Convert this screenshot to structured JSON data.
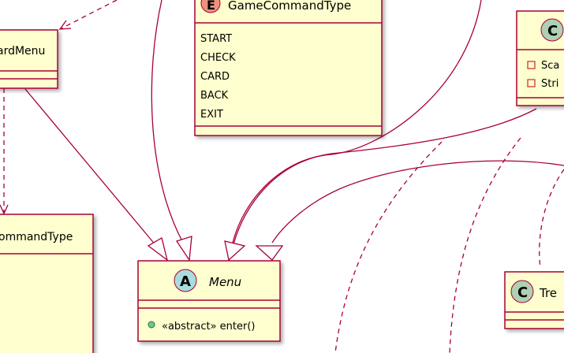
{
  "colors": {
    "class_fill": "#FEFECE",
    "class_border": "#A80036",
    "line": "#A80036",
    "enum_badge": "#EB937F",
    "abstract_badge": "#A9DCDF",
    "class_badge": "#ADD1B2",
    "field_icon_private": "#C82930",
    "method_icon_public": "#84BE84"
  },
  "classes": {
    "card_menu": {
      "name": "ardMenu",
      "badge_icon": "class-badge"
    },
    "game_command_type": {
      "badge_letter": "E",
      "name": "GameCommandType",
      "values": [
        "START",
        "CHECK",
        "CARD",
        "BACK",
        "EXIT"
      ]
    },
    "command_type": {
      "name": "ommandType"
    },
    "menu": {
      "badge_letter": "A",
      "name": "Menu",
      "methods": [
        {
          "icon": "public-method-icon",
          "text": "«abstract» enter()"
        }
      ]
    },
    "right_class": {
      "badge_letter": "C",
      "name": "",
      "fields": [
        {
          "icon": "private-field-icon",
          "text": "Sca"
        },
        {
          "icon": "private-field-icon",
          "text": "Stri"
        }
      ]
    },
    "tre_class": {
      "badge_letter": "C",
      "name": "Tre"
    }
  }
}
